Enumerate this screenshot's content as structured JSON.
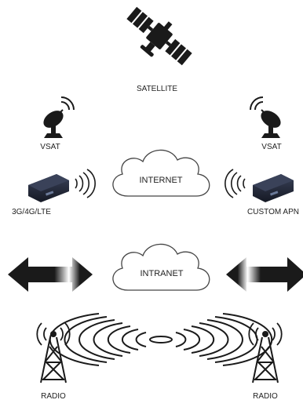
{
  "labels": {
    "satellite": "SATELLITE",
    "vsat_left": "VSAT",
    "vsat_right": "VSAT",
    "internet": "INTERNET",
    "lte": "3G/4G/LTE",
    "custom_apn": "CUSTOM APN",
    "intranet": "INTRANET",
    "radio_left": "RADIO",
    "radio_right": "RADIO"
  },
  "colors": {
    "icon": "#1a1a1a",
    "cloud_stroke": "#444444",
    "modem": "#1f2535"
  },
  "icons": [
    "satellite-icon",
    "satellite-dish-icon",
    "wireless-modem-icon",
    "cloud-icon",
    "bidirectional-arrow-icon",
    "radio-tower-icon",
    "radio-wave-icon"
  ]
}
